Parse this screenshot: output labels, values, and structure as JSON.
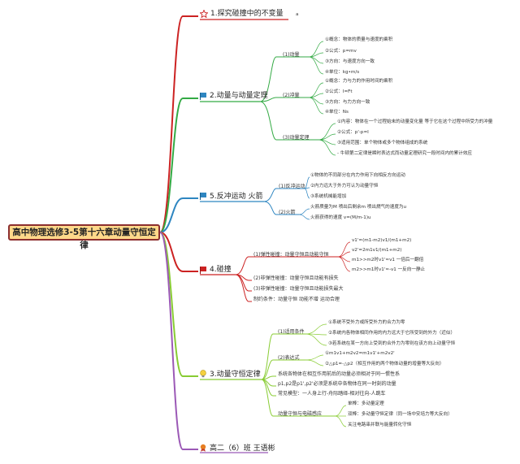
{
  "root": {
    "title": "高中物理选修3-5第十六章动量守恒定律"
  },
  "topics": [
    {
      "key": "t1",
      "label": "1.探究碰撞中的不变量",
      "note": "a",
      "icon": "star-icon"
    },
    {
      "key": "t2",
      "label": "2.动量与动量定理",
      "icon": "blue-flag-icon"
    },
    {
      "key": "t5",
      "label": "5.反冲运动 火箭",
      "icon": "blue-flag-icon"
    },
    {
      "key": "t4",
      "label": "4.碰撞",
      "icon": "red-flag-icon"
    },
    {
      "key": "t3",
      "label": "3.动量守恒定律",
      "icon": "lightbulb-icon"
    },
    {
      "key": "footer",
      "label": "高二（6）班 王语彬",
      "icon": "award-icon"
    }
  ],
  "momentum": {
    "label": "(1)动量",
    "items": [
      "①概念：物体的质量与速度的乘积",
      "②公式：p=mv",
      "③方向：与速度方向一致",
      "④单位：kg•m/s"
    ]
  },
  "impulse": {
    "label": "(2)冲量",
    "items": [
      "①概念：力与力的作用时间的乘积",
      "②公式：I=Ft",
      "③方向：与力方向一致",
      "④单位：Ns"
    ]
  },
  "theorem": {
    "label": "(3)动量定理",
    "items": [
      "①内容：物体在一个过程始末的动量变化量 等于它在这个过程中所受力的冲量",
      "②公式：p'-p=I",
      "③适用范围：单个物体或多个物体组成的系统",
      "- 牛顿第二定律是瞬时表达式而动量定理研究一段时间内的累计效应"
    ]
  },
  "recoil": {
    "label": "(1)反冲运动",
    "items": [
      "①物体的不同部分在内力作用下向相反方向运动",
      "②内力远大于外力可认为动量守恒",
      "③系统机械能增加"
    ]
  },
  "rocket": {
    "label": "(2)火箭",
    "items": [
      "火箭质量为M 喷出后剩余m 喷出燃气的速度为u",
      "火箭获得的速度 v=(M/m-1)u"
    ]
  },
  "collision": {
    "elastic": "(1)弹性碰撞：动量守恒且动能守恒",
    "formulas": [
      "v1'=(m1-m2)v1/(m1+m2)",
      "v2'=2m1v1/(m1+m2)",
      "m1>>m2时v1'≈v1 一倍后一翻倍",
      "m2>>m1时v1'≈-v1 一反向一静止"
    ],
    "others": [
      "(2)非弹性碰撞：动量守恒且动能有损失",
      "(3)非弹性碰撞：动量守恒且动能损失最大",
      "制约条件：动量守恒 动能不增 运动合理"
    ]
  },
  "conservation": {
    "conditions_label": "(1)适用条件",
    "conditions": [
      "①系统不受外力或所受外力的合力为零",
      "②系统内各物体相同作用的内力远大于它所受到的外力（近似）",
      "③若系统在某一方向上受到的合外力为零则在该方向上动量守恒"
    ],
    "expr_label": "(2)表达式",
    "exprs": [
      "①m1v1+m2v2=m1v1'+m2v2'",
      "②△p1=-△p2（相互作用的两个物体动量的增量等大反向）"
    ],
    "notes": [
      "系统各物体在相互作用前后的动量必须相对于同一惯性系",
      "p1,p2是p1',p2'必须是系统中各物体在同一时刻的动量",
      "常见模型：一人身上行-舟际踏绎-相对往向-人跳车"
    ],
    "relation_label": "动量守恒与电磁感应",
    "relations": [
      "单棒：多动量定理",
      "双棒：多动量守恒定律（同一场中安培力等大反向）",
      "关注电路串并联与能量转化守恒"
    ]
  },
  "colors": {
    "t1": "#cc2222",
    "t2": "#33aa44",
    "t5": "#2e86c1",
    "t4": "#cc2222",
    "t3": "#88cc33",
    "footer": "#9b59b6",
    "spine": "#7a3b2e"
  }
}
